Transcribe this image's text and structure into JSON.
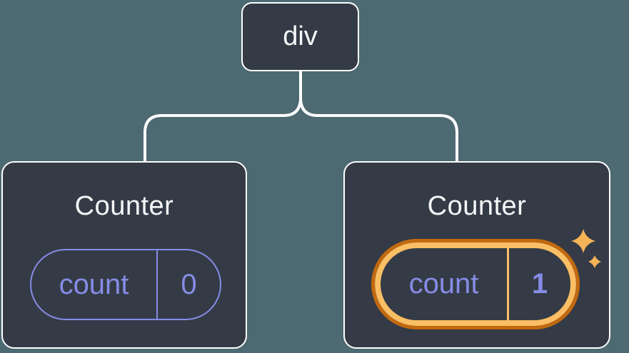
{
  "diagram": {
    "description": "Component tree: a div root with two Counter children, each holding a count state pill; the second Counter's state is highlighted",
    "root_node": {
      "label": "div"
    },
    "nodes": [
      {
        "title": "Counter",
        "state_key": "count",
        "state_value": "0",
        "highlighted": false
      },
      {
        "title": "Counter",
        "state_key": "count",
        "state_value": "1",
        "highlighted": true
      }
    ],
    "icons": {
      "sparkle": "four-pointed-star"
    },
    "colors": {
      "background": "#4D6971",
      "node_fill": "#343B46",
      "node_border": "#FFFFFF",
      "connector": "#FFFFFF",
      "title_text": "#F5F6F7",
      "state_purple": "#868CE6",
      "highlight_outer": "#C2690F",
      "highlight_inner": "#FABE64",
      "sparkle": "#F6B357"
    }
  }
}
